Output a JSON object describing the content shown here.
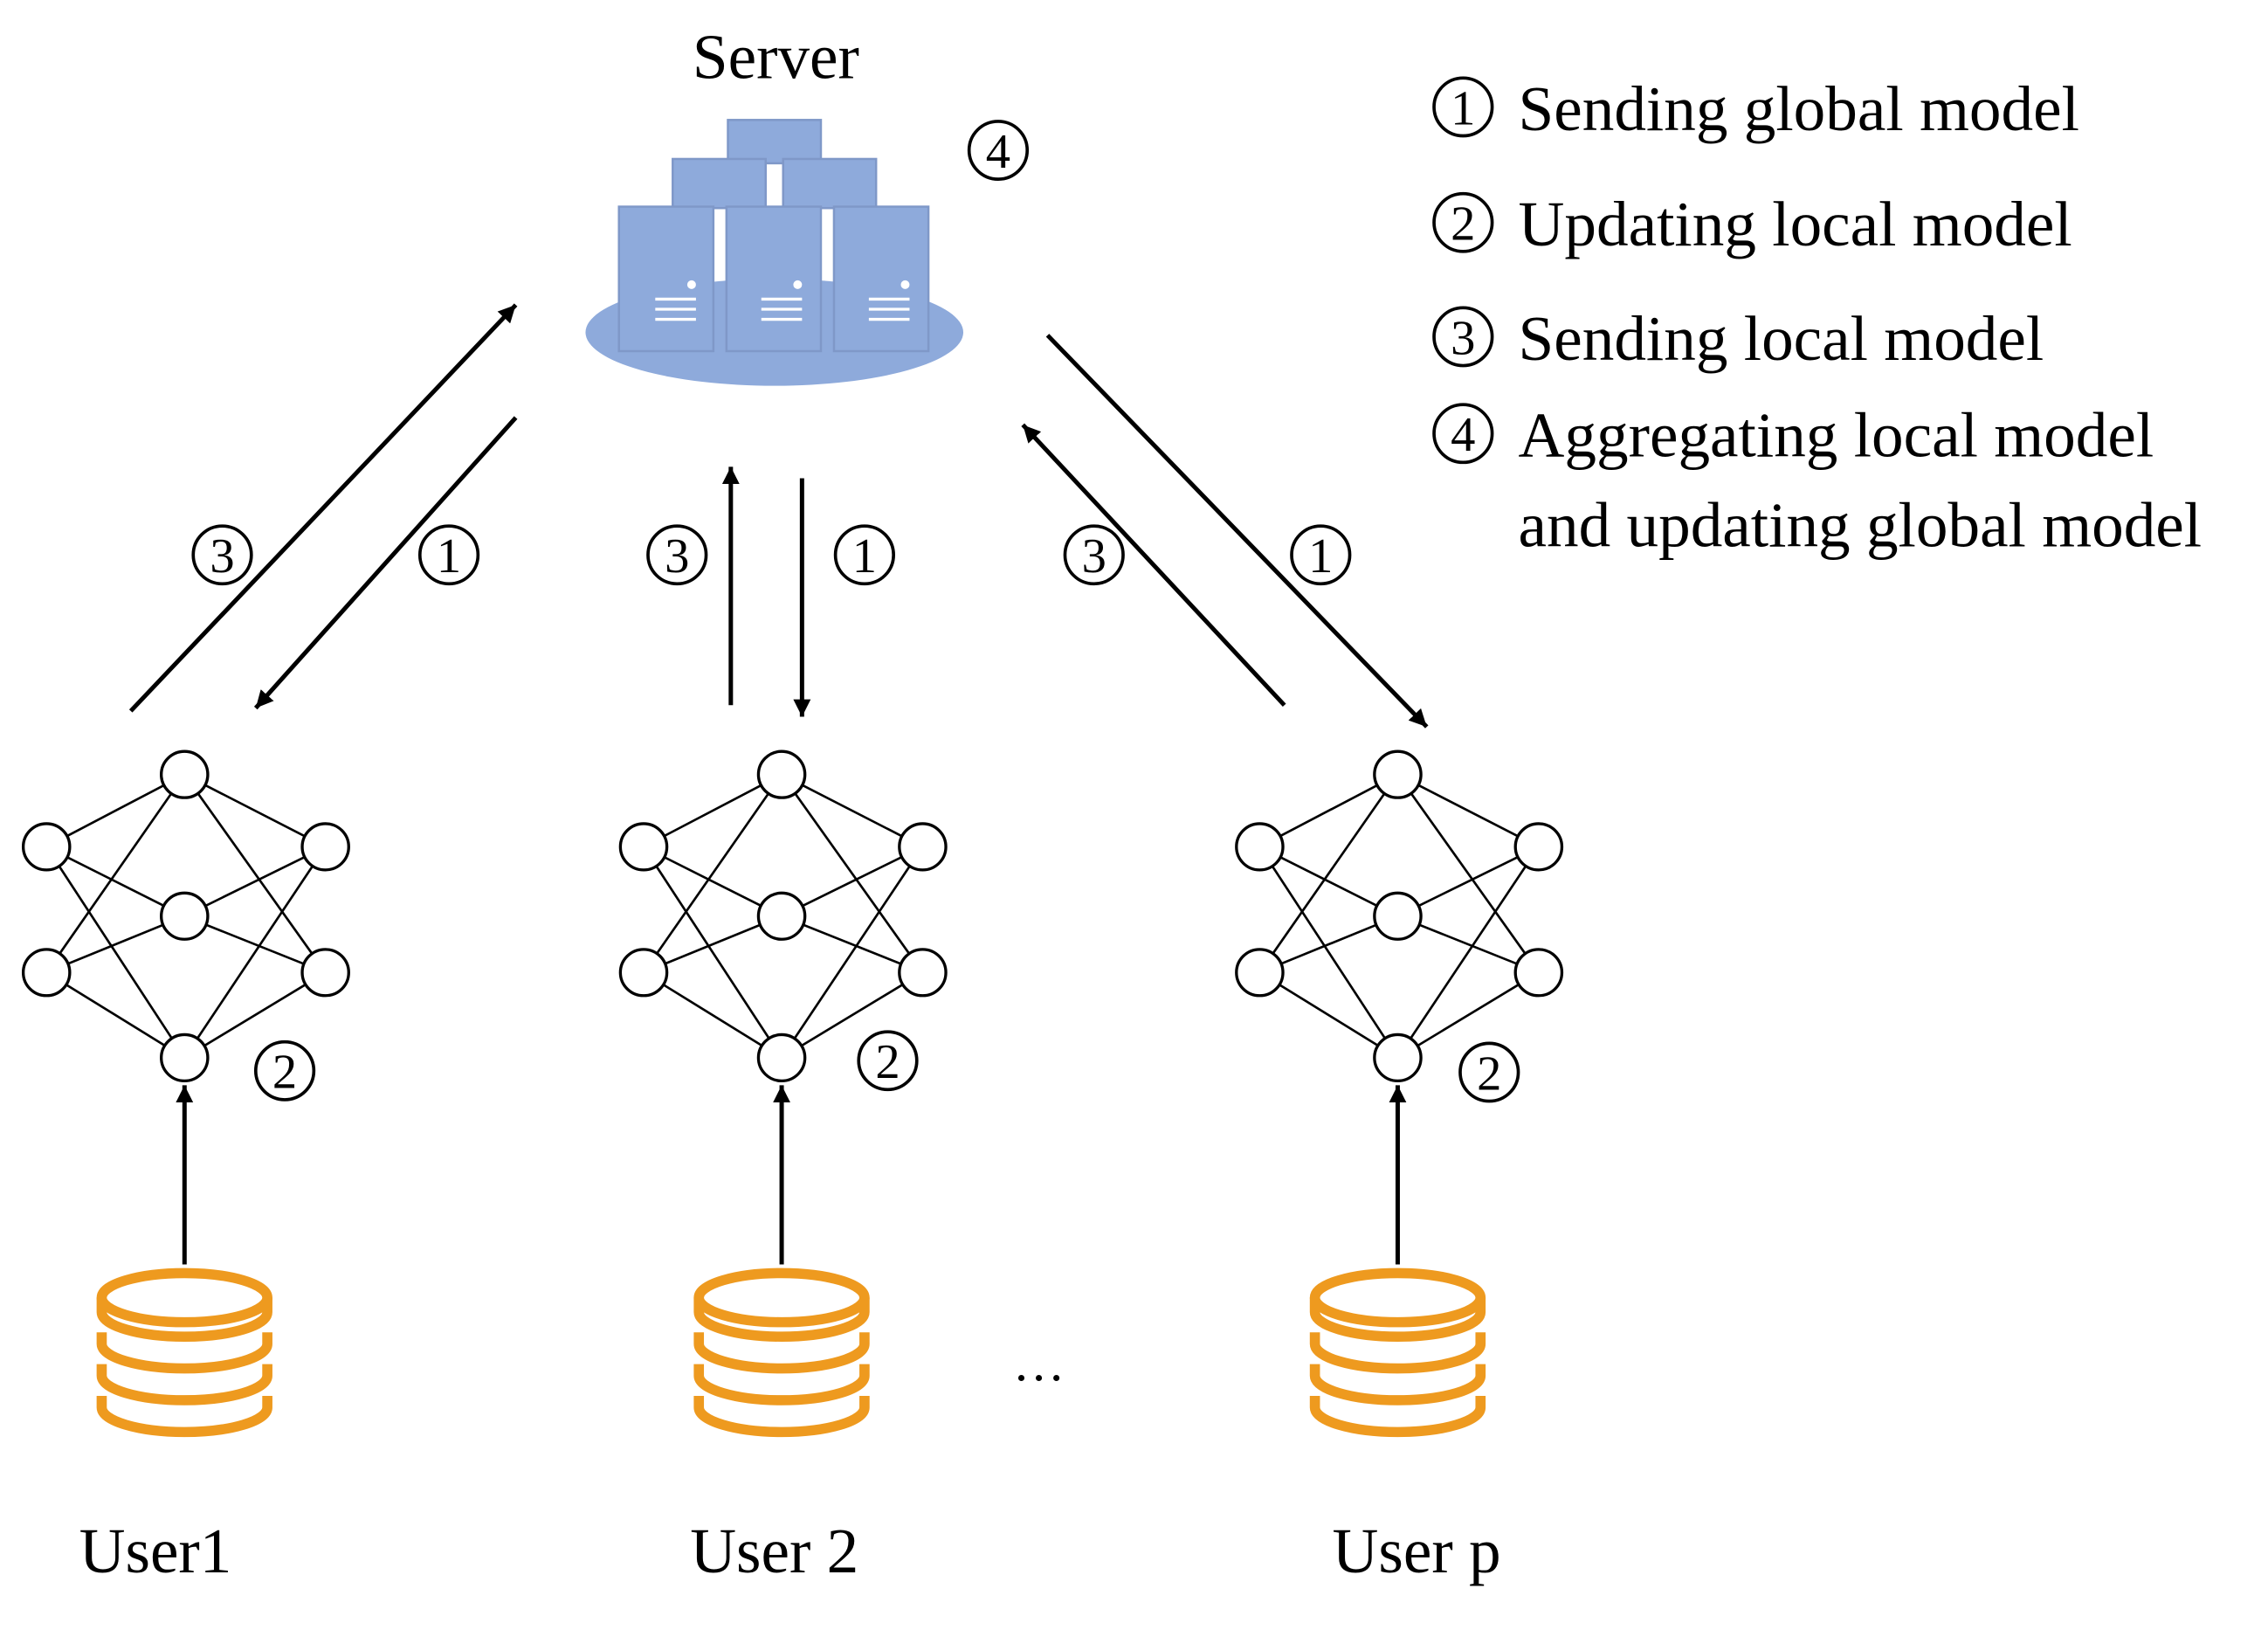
{
  "server": {
    "title": "Server",
    "step_number": "4"
  },
  "legend": {
    "items": [
      {
        "number": "1",
        "lines": [
          "Sending global model"
        ]
      },
      {
        "number": "2",
        "lines": [
          "Updating local model"
        ]
      },
      {
        "number": "3",
        "lines": [
          "Sending local model"
        ]
      },
      {
        "number": "4",
        "lines": [
          "Aggregating local model",
          "and updating global model"
        ]
      }
    ]
  },
  "step_labels": {
    "send_local": "3",
    "send_global": "1",
    "update_local": "2"
  },
  "users": [
    {
      "label": "User1"
    },
    {
      "label": "User 2"
    },
    {
      "label": "User p"
    }
  ],
  "ellipsis": "…",
  "colors": {
    "server_fill": "#8eaadb",
    "database_stroke": "#ee9a1f",
    "line": "#000000"
  },
  "icons": {
    "server": "server-cluster-icon",
    "model": "neural-network-icon",
    "data": "database-icon",
    "step": "circled-number-icon"
  }
}
